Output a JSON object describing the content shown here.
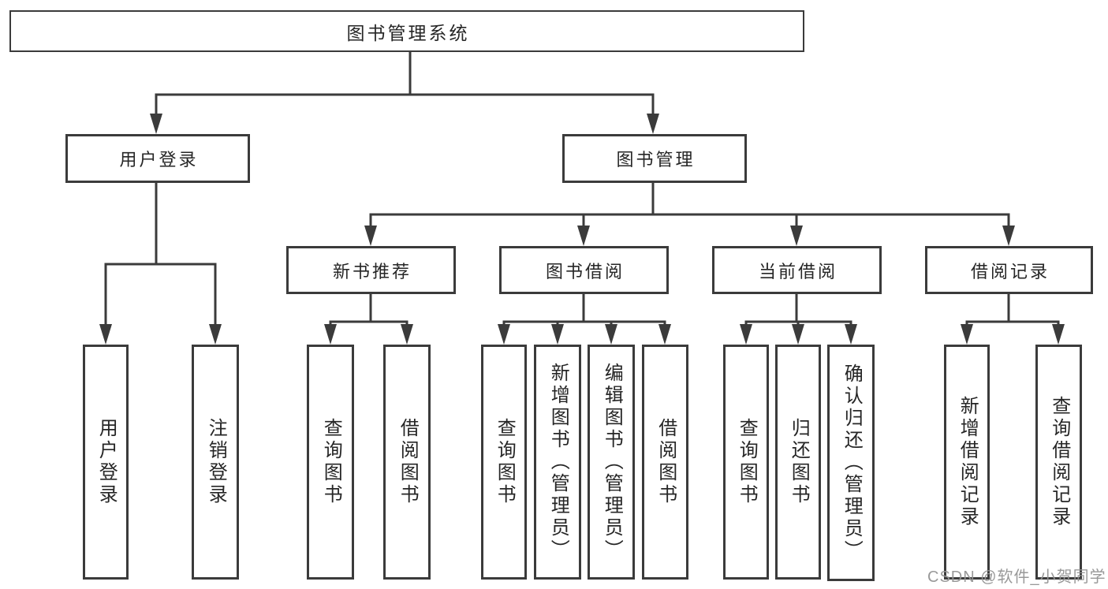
{
  "tree": {
    "label": "图书管理系统",
    "children": [
      {
        "label": "用户登录",
        "children": [
          {
            "label": "用户登录"
          },
          {
            "label": "注销登录"
          }
        ]
      },
      {
        "label": "图书管理",
        "children": [
          {
            "label": "新书推荐",
            "children": [
              {
                "label": "查询图书"
              },
              {
                "label": "借阅图书"
              }
            ]
          },
          {
            "label": "图书借阅",
            "children": [
              {
                "label": "查询图书"
              },
              {
                "label": "新增图书（管理员）"
              },
              {
                "label": "编辑图书（管理员）"
              },
              {
                "label": "借阅图书"
              }
            ]
          },
          {
            "label": "当前借阅",
            "children": [
              {
                "label": "查询图书"
              },
              {
                "label": "归还图书"
              },
              {
                "label": "确认归还（管理员）"
              }
            ]
          },
          {
            "label": "借阅记录",
            "children": [
              {
                "label": "新增借阅记录"
              },
              {
                "label": "查询借阅记录"
              }
            ]
          }
        ]
      }
    ]
  },
  "watermark": "CSDN @软件_小贺同学",
  "colors": {
    "line": "#3b3b3b",
    "text": "#262626",
    "watermark": "#949494",
    "background": "#ffffff"
  }
}
